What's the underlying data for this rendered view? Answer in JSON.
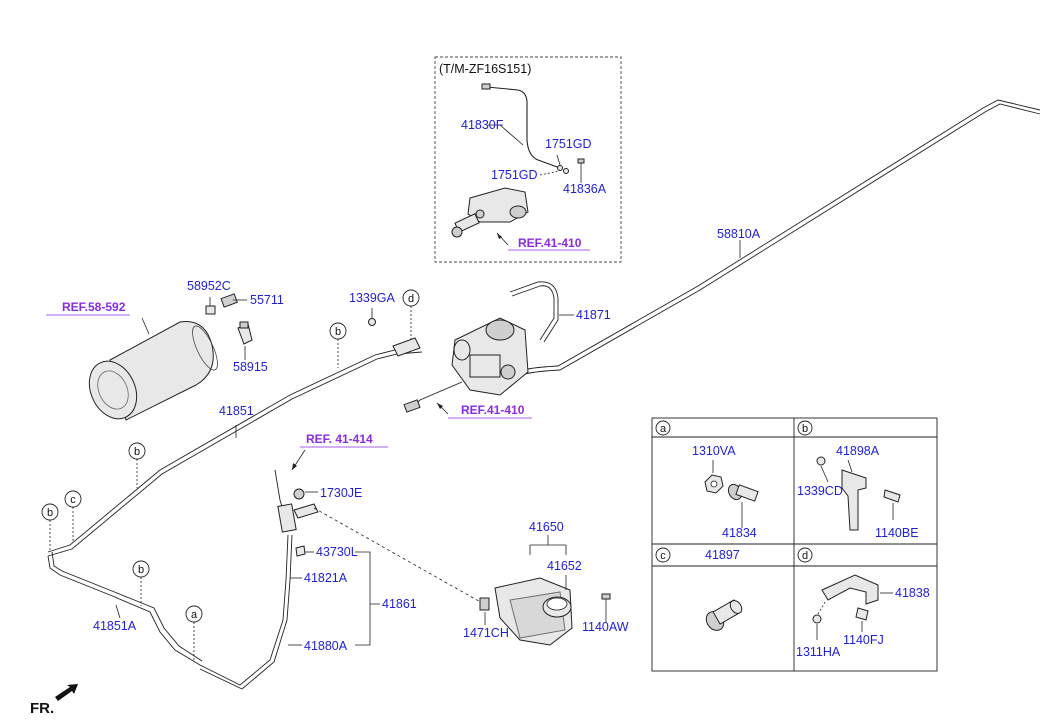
{
  "inset": {
    "title": "(T/M-ZF16S151)"
  },
  "labels": {
    "l41830F": "41830F",
    "l1751GD_a": "1751GD",
    "l1751GD_b": "1751GD",
    "l41836A": "41836A",
    "l58810A": "58810A",
    "l58952C": "58952C",
    "l55711": "55711",
    "l58915": "58915",
    "l1339GA": "1339GA",
    "l41871": "41871",
    "l41851": "41851",
    "l1730JE": "1730JE",
    "l43730L": "43730L",
    "l41821A": "41821A",
    "l41861": "41861",
    "l41880A": "41880A",
    "l41851A": "41851A",
    "l41650": "41650",
    "l41652": "41652",
    "l1471CH": "1471CH",
    "l1140AW": "1140AW"
  },
  "refs": {
    "ref_inset": "REF.41-410",
    "ref_tank": "REF.58-592",
    "ref_main": "REF.41-410",
    "ref_pedal": "REF. 41-414"
  },
  "callouts": {
    "a": "a",
    "b": "b",
    "c": "c",
    "d": "d"
  },
  "detail_table": {
    "cell_a": {
      "letter": "a",
      "parts": [
        "1310VA",
        "41834"
      ]
    },
    "cell_b": {
      "letter": "b",
      "parts": [
        "41898A",
        "1339CD",
        "1140BE"
      ]
    },
    "cell_c": {
      "letter": "c",
      "parts": [
        "41897"
      ]
    },
    "cell_d": {
      "letter": "d",
      "parts": [
        "41838",
        "1311HA",
        "1140FJ"
      ]
    }
  },
  "front_indicator": "FR.",
  "colors": {
    "label_blue": "#1f1fd6",
    "ref_purple": "#8a2be2",
    "line": "#222222"
  }
}
